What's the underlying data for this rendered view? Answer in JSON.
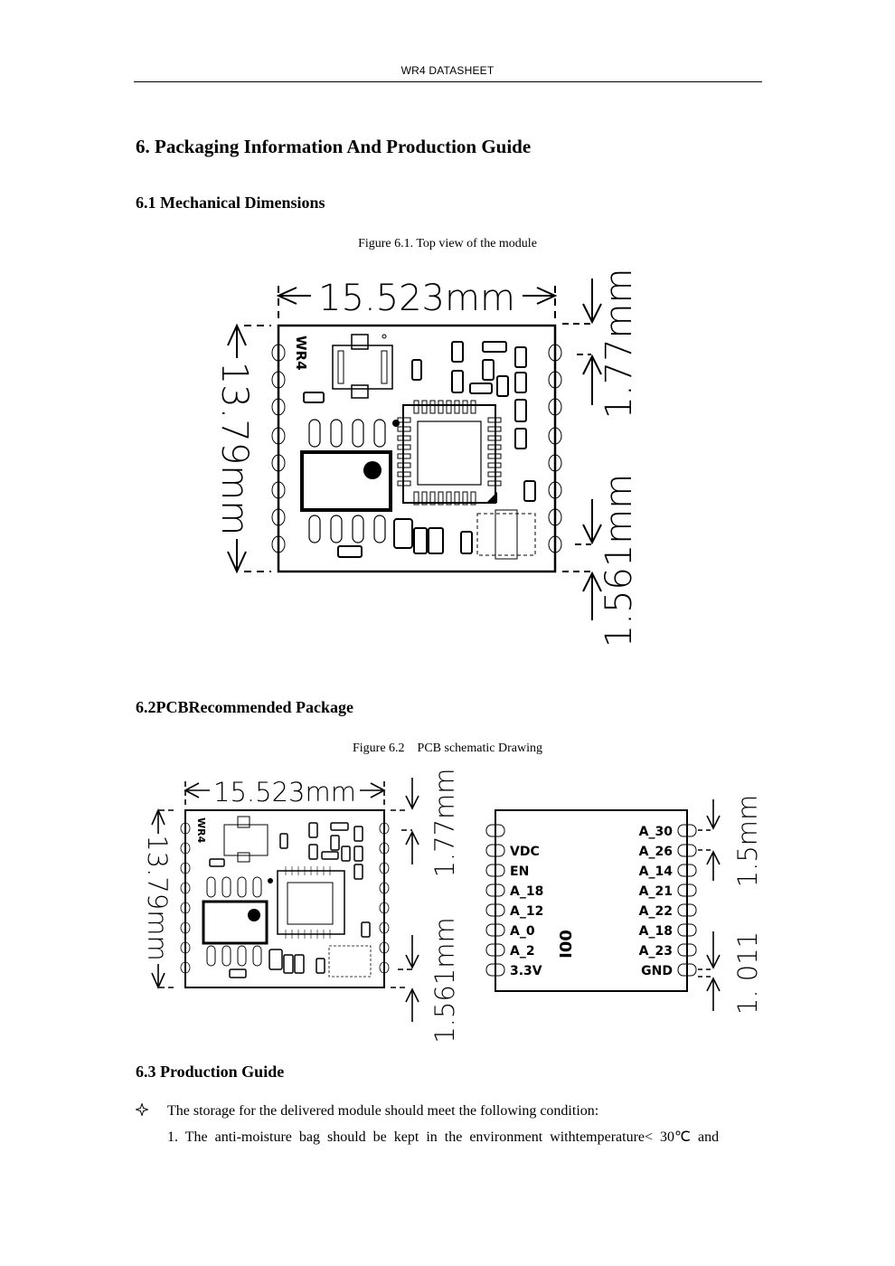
{
  "header": {
    "title": "WR4 DATASHEET"
  },
  "section": {
    "title": "6. Packaging Information And Production Guide"
  },
  "mech": {
    "title": "6.1 Mechanical Dimensions",
    "caption": "Figure 6.1. Top view of the module",
    "width_label": "15.523mm",
    "height_label": "13.79mm",
    "top_offset_label": "1.77mm",
    "bottom_offset_label": "1.561mm",
    "module_marking": "WR4"
  },
  "pcb": {
    "title": "6.2PCBRecommended Package",
    "caption": "Figure 6.2    PCB schematic Drawing",
    "width_label": "15.523mm",
    "height_label": "13.79mm",
    "top_offset_label": "1.77mm",
    "bottom_offset_label": "1.561mm",
    "module_marking": "WR4",
    "pin_pitch_label": "1.5mm",
    "pin_offset_label": "1. 011",
    "center_label": "I00",
    "left_pins": [
      "",
      "VDC",
      "EN",
      "A_18",
      "A_12",
      "A_0",
      "A_2",
      "3.3V"
    ],
    "right_pins": [
      "A_30",
      "A_26",
      "A_14",
      "A_21",
      "A_22",
      "A_18",
      "A_23",
      "GND"
    ]
  },
  "production": {
    "title": "6.3 Production Guide",
    "bullet_icon": "diamond-outline-icon",
    "bullet_text": "The storage for the delivered module should meet the following condition:",
    "item1": "1.  The  anti-moisture  bag  should  be  kept  in  the  environment  withtemperature<  30℃  and"
  }
}
